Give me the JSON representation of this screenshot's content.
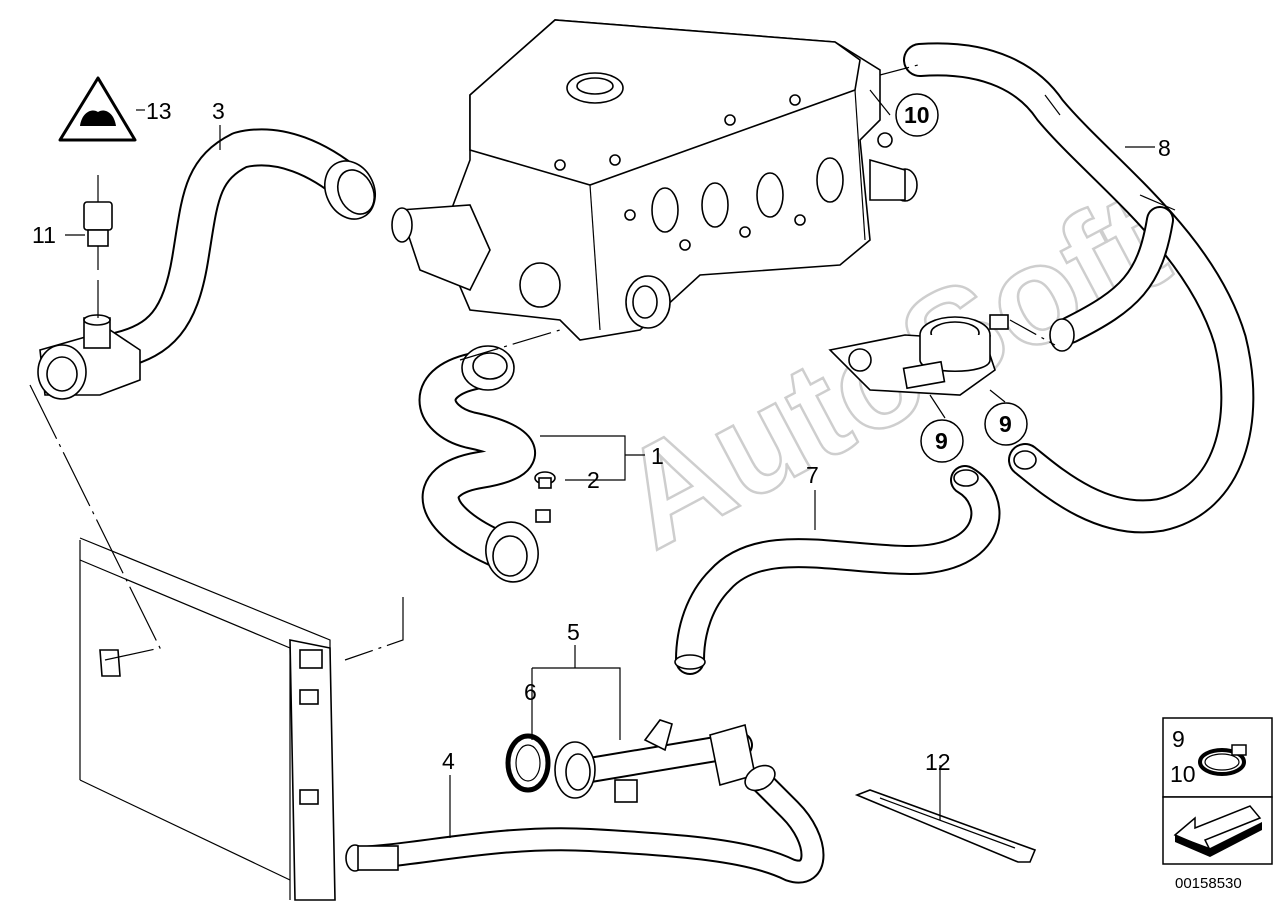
{
  "callouts": {
    "c1": "1",
    "c2": "2",
    "c3": "3",
    "c4": "4",
    "c5": "5",
    "c6": "6",
    "c7": "7",
    "c8": "8",
    "c9a": "9",
    "c9b": "9",
    "c10": "10",
    "c11": "11",
    "c12": "12",
    "c13": "13",
    "legend9": "9",
    "legend10": "10"
  },
  "watermark": "AutoSoft",
  "diagram_code": "00158530"
}
